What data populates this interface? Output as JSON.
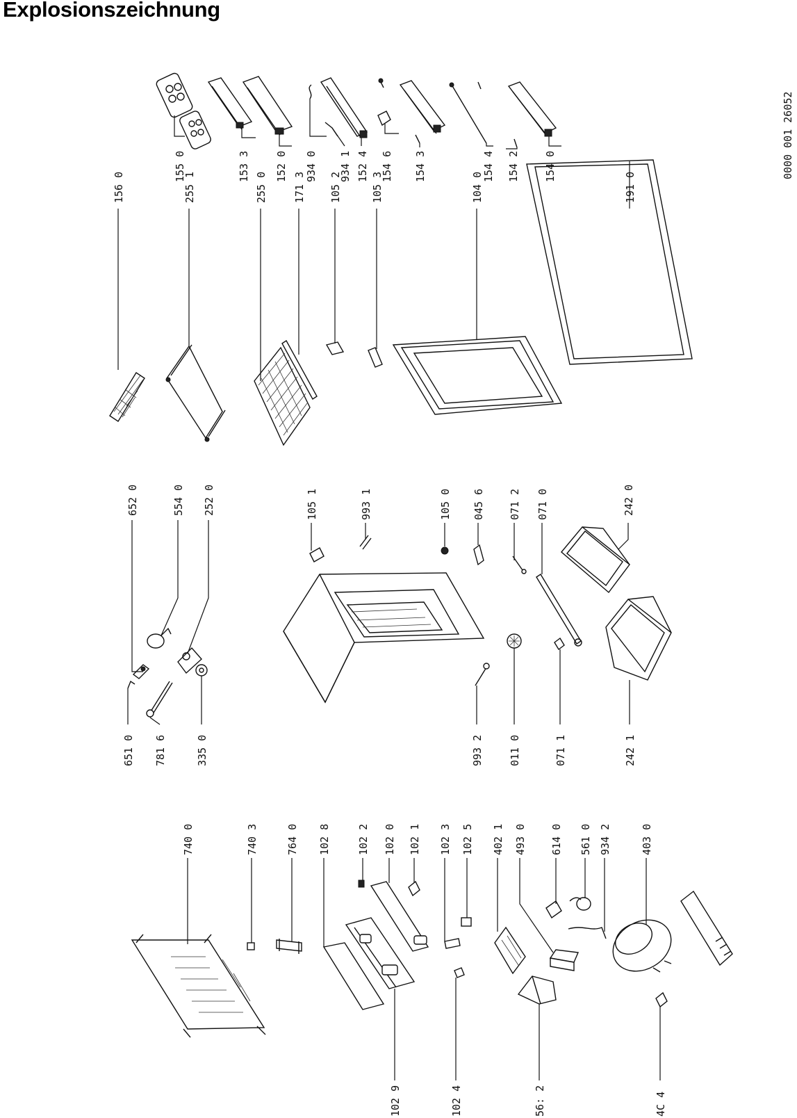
{
  "title": "Explosionszeichnung",
  "doc_number": "0000 001 26052",
  "callouts": {
    "c1550": "155 0",
    "c1533": "153 3",
    "c1520": "152 0",
    "c9340": "934 0",
    "c9341": "934 1",
    "c1524": "152 4",
    "c1546": "154 6",
    "c1543": "154 3",
    "c1544": "154 4",
    "c1542": "154 2",
    "c1540": "154 0",
    "c1560": "156 0",
    "c2551": "255 1",
    "c2550": "255 0",
    "c1713": "171 3",
    "c1052": "105 2",
    "c1053": "105 3",
    "c1040": "104 0",
    "c1910": "191 0",
    "c6520": "652 0",
    "c5540": "554 0",
    "c2520": "252 0",
    "c1051": "105 1",
    "c9931": "993 1",
    "c1050": "105 0",
    "c0456": "045 6",
    "c0712": "071 2",
    "c0710": "071 0",
    "c2420": "242 0",
    "c6510": "651 0",
    "c7816": "781 6",
    "c3350": "335 0",
    "c9932": "993 2",
    "c0110": "011 0",
    "c0711": "071 1",
    "c2421": "242 1",
    "c7400": "740 0",
    "c7403": "740 3",
    "c7640": "764 0",
    "c1028": "102 8",
    "c1022": "102 2",
    "c1020": "102 0",
    "c1021": "102 1",
    "c1023": "102 3",
    "c1025": "102 5",
    "c4021": "402 1",
    "c4930": "493 0",
    "c6140": "614 0",
    "c5610": "561 0",
    "c9342": "934 2",
    "c4030": "403 0",
    "c1029": "102 9",
    "c1024": "102 4",
    "c5612": "56: 2",
    "c4034": "4C 4"
  }
}
